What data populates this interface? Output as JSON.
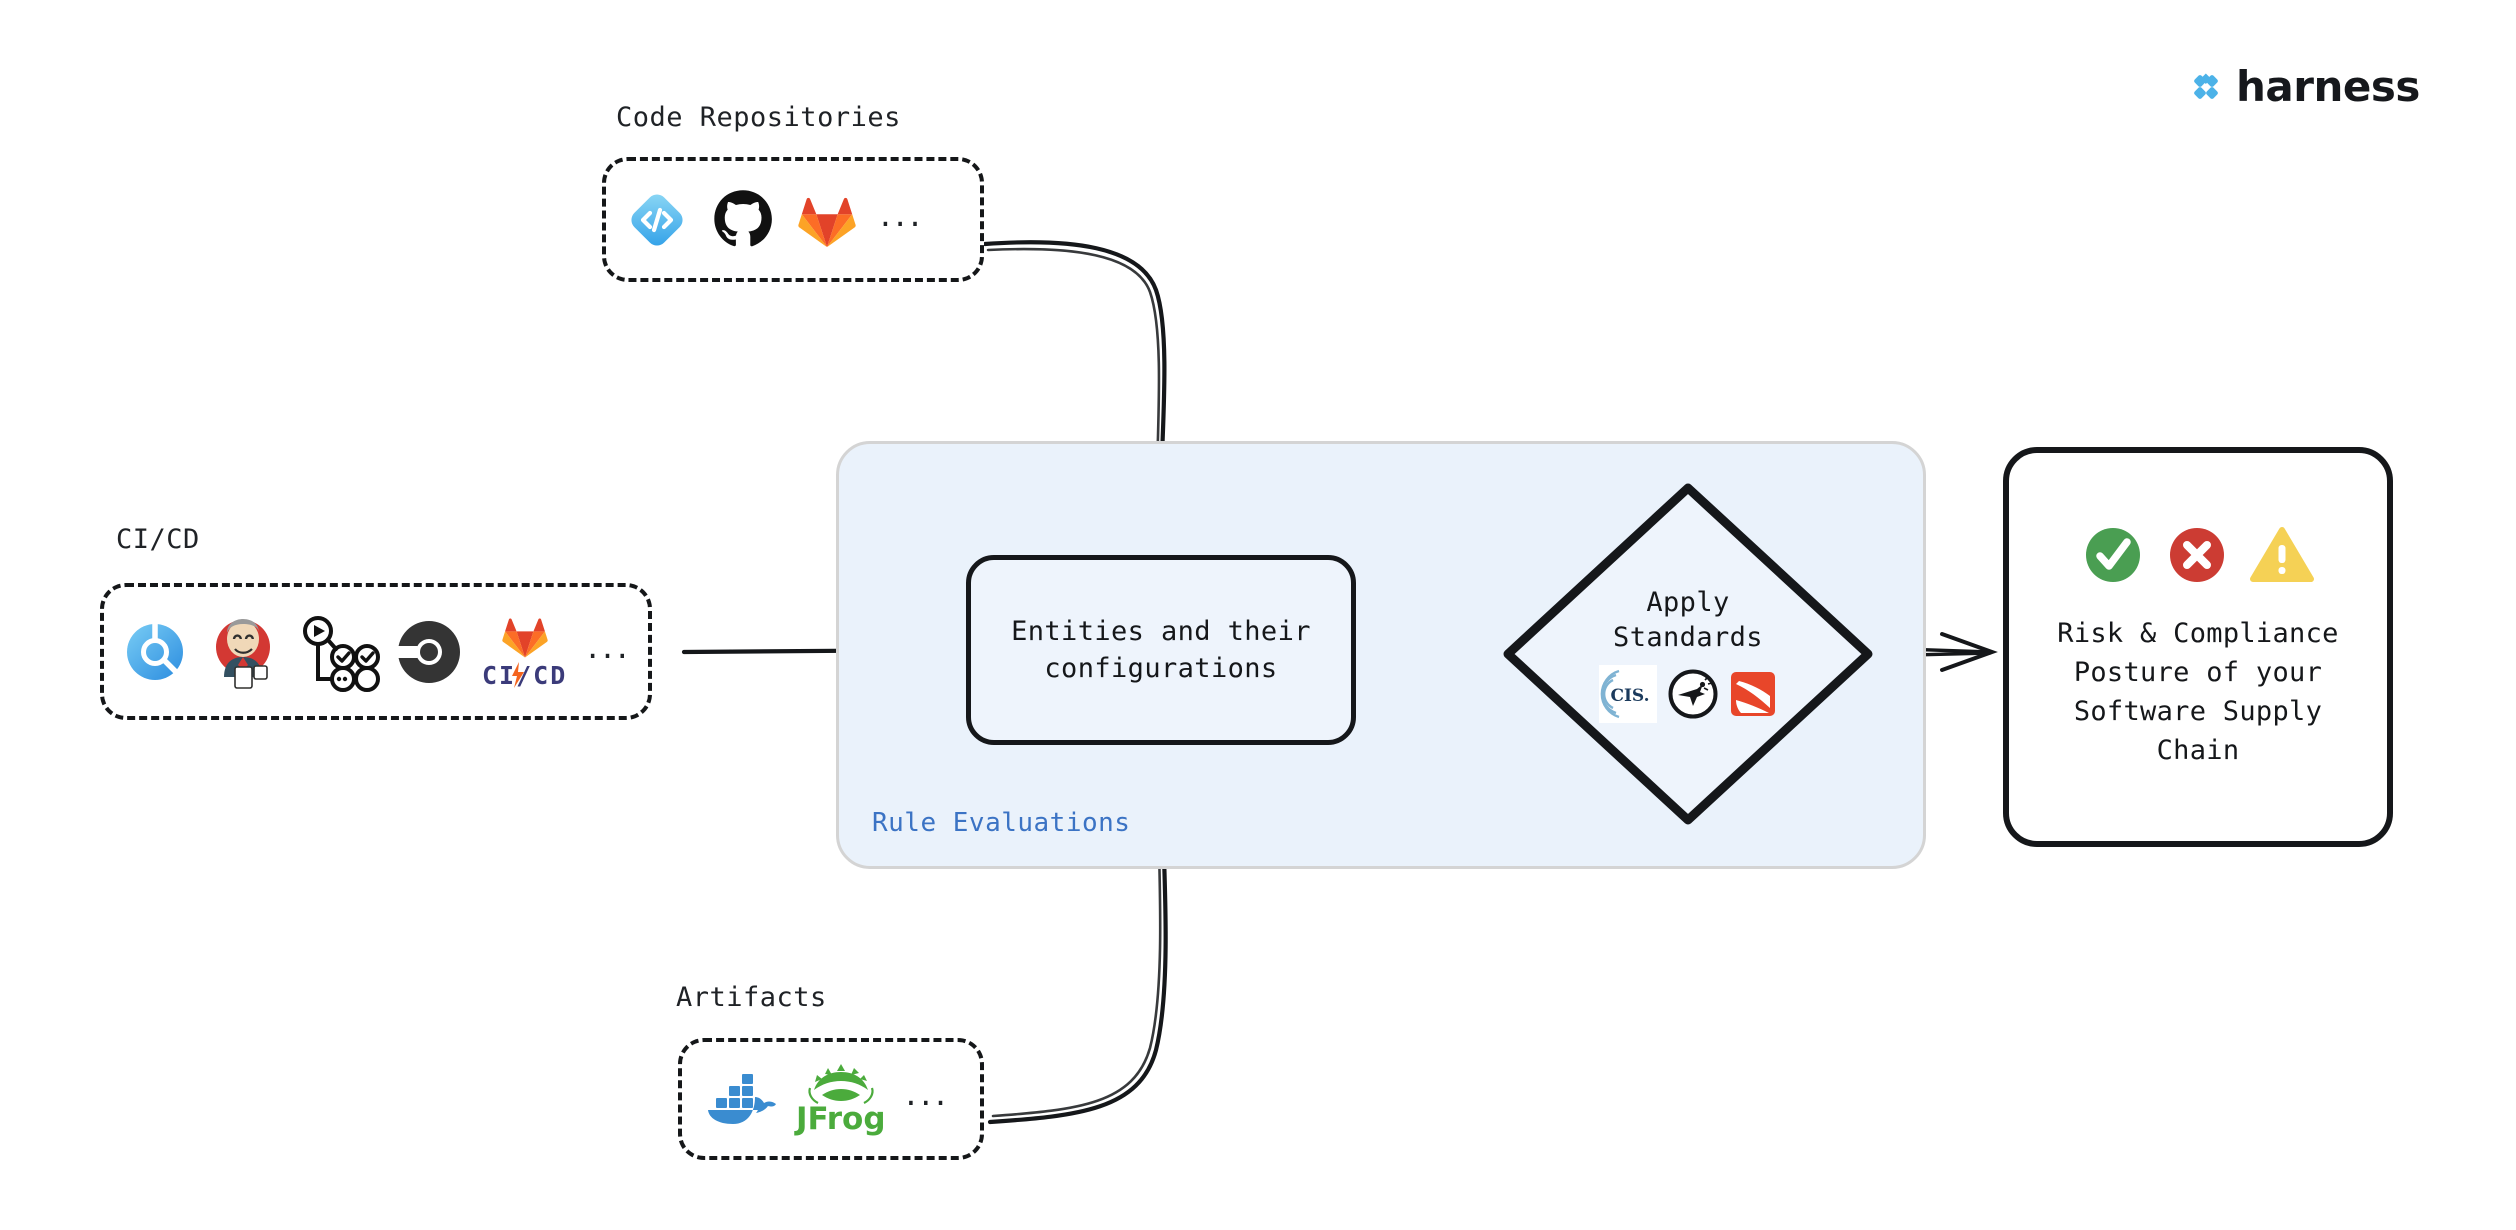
{
  "brand": {
    "name": "harness",
    "logo_icon": "harness-diamond-logo",
    "accent_blue": "#4cb2e8",
    "wordmark_color": "#16181c"
  },
  "colors": {
    "panel_fill": "#eaf2fb",
    "panel_border": "#d4d4d4",
    "panel_label": "#3b73c4",
    "stroke": "#15171a",
    "status_pass": "#4a9e52",
    "status_fail": "#cc3c33",
    "status_warn": "#f5d155",
    "background": "#ffffff"
  },
  "diagram": {
    "type": "flow-diagram",
    "title_visible": false,
    "sources": [
      {
        "id": "code-repositories",
        "label": "Code Repositories",
        "icons": [
          {
            "name": "harness-code-icon",
            "title": "Harness Code"
          },
          {
            "name": "github-icon",
            "title": "GitHub"
          },
          {
            "name": "gitlab-icon",
            "title": "GitLab"
          }
        ],
        "more": "..."
      },
      {
        "id": "ci-cd",
        "label": "CI/CD",
        "icons": [
          {
            "name": "harness-ci-icon",
            "title": "Harness CI"
          },
          {
            "name": "jenkins-icon",
            "title": "Jenkins"
          },
          {
            "name": "pipeline-graph-icon",
            "title": "Pipeline"
          },
          {
            "name": "circleci-icon",
            "title": "CircleCI"
          },
          {
            "name": "gitlab-cicd-icon",
            "title": "GitLab CI/CD",
            "text": "CI/CD"
          }
        ],
        "more": "..."
      },
      {
        "id": "artifacts",
        "label": "Artifacts",
        "icons": [
          {
            "name": "docker-icon",
            "title": "Docker"
          },
          {
            "name": "jfrog-icon",
            "title": "JFrog",
            "text": "JFrog"
          }
        ],
        "more": "..."
      }
    ],
    "panel": {
      "label": "Rule Evaluations",
      "entities_box": {
        "label": "Entities and their\nconfigurations"
      },
      "decision": {
        "label": "Apply\nStandards",
        "icons": [
          {
            "name": "cis-icon",
            "title": "CIS",
            "text": "CIS."
          },
          {
            "name": "owasp-icon",
            "title": "OWASP"
          },
          {
            "name": "slsa-icon",
            "title": "SLSA"
          }
        ]
      }
    },
    "outcome": {
      "label": "Risk & Compliance\nPosture of your\nSoftware Supply\nChain",
      "status_icons": [
        {
          "name": "check-circle-icon",
          "title": "Pass",
          "color": "#4a9e52"
        },
        {
          "name": "x-circle-icon",
          "title": "Fail",
          "color": "#cc3c33"
        },
        {
          "name": "warning-triangle-icon",
          "title": "Warning",
          "color": "#f5d155"
        }
      ]
    },
    "connectors": [
      {
        "name": "connector-code-repos-to-entities",
        "from": "code-repositories",
        "to": "entities-box",
        "style": "curved-arrow"
      },
      {
        "name": "connector-cicd-to-panel",
        "from": "ci-cd",
        "to": "entities-box",
        "style": "straight-arrow"
      },
      {
        "name": "connector-artifacts-to-entities",
        "from": "artifacts",
        "to": "entities-box",
        "style": "curved-arrow"
      },
      {
        "name": "connector-entities-to-standards",
        "from": "entities-box",
        "to": "apply-standards",
        "style": "straight-arrow"
      },
      {
        "name": "connector-standards-to-outcome",
        "from": "apply-standards",
        "to": "outcome",
        "style": "straight-arrow"
      }
    ]
  }
}
